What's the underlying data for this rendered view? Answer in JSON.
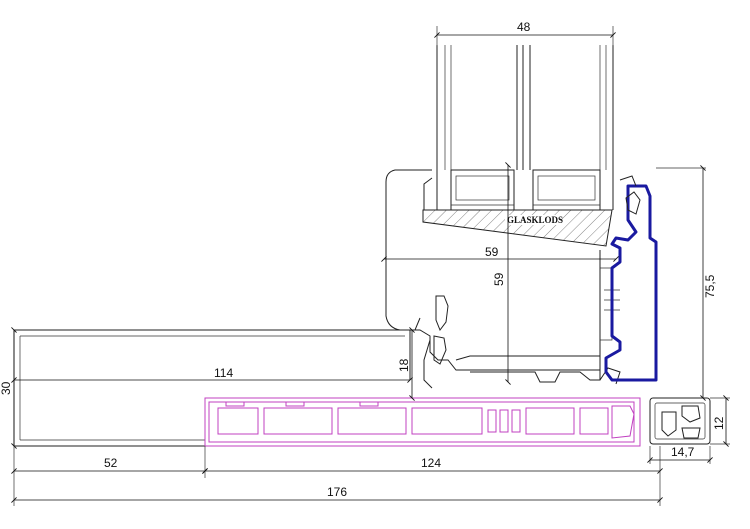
{
  "diagram": {
    "label_glasklods": "GLASKLODS",
    "dimensions": {
      "glass_width": "48",
      "frame_depth": "59",
      "frame_height": "59",
      "side_height": "75,5",
      "sill_width": "114",
      "sill_thickness": "30",
      "sill_step": "18",
      "bottom_left": "52",
      "bottom_right": "124",
      "bottom_total": "176",
      "small_width": "14,7",
      "small_height": "12"
    },
    "colors": {
      "outline": "#222222",
      "gasket": "#1a1aa0",
      "profile": "#c040c0"
    }
  }
}
